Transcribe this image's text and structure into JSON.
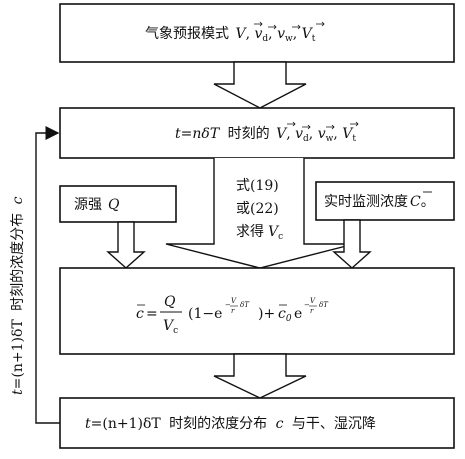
{
  "boxes": {
    "forecast_model": {
      "prefix": "气象预报模式",
      "vars": [
        "V",
        "v",
        "v",
        "V"
      ],
      "subs": [
        "",
        "d",
        "w",
        "t"
      ]
    },
    "time_n": {
      "lhs": "t",
      "eq": "=",
      "rhs": "nδT",
      "text": "时刻的",
      "vars": [
        "V",
        "v",
        "v",
        "V"
      ],
      "subs": [
        "",
        "d",
        "w",
        "t"
      ]
    },
    "source": {
      "text": "源强",
      "var": "Q"
    },
    "monitor": {
      "text": "实时监测浓度",
      "var": "C",
      "end": "。"
    },
    "formula": {
      "c": "c",
      "Q": "Q",
      "Vc": "V",
      "Vc_sub": "c",
      "one": "(1−e",
      "plus": ")+",
      "c0": "c",
      "c0_sub": "0",
      "e": "e",
      "exp": "V",
      "exp_sub": "c",
      "frac_bottom": "r",
      "dt": "δT",
      "neg": "−",
      "neg2": "−"
    },
    "output": {
      "lhs": "t",
      "rhs": "=(n+1)δT",
      "text": "时刻的浓度分布",
      "c": "c",
      "end": "与干、湿沉降"
    }
  },
  "center_label": {
    "line1": "式(19)",
    "line2": "或(22)",
    "line3": "求得",
    "var": "V",
    "var_sub": "c"
  },
  "side_label": {
    "prefix": "t",
    "mid": "=(n+1)δT",
    "text": "时刻的浓度分布",
    "var": "c"
  }
}
